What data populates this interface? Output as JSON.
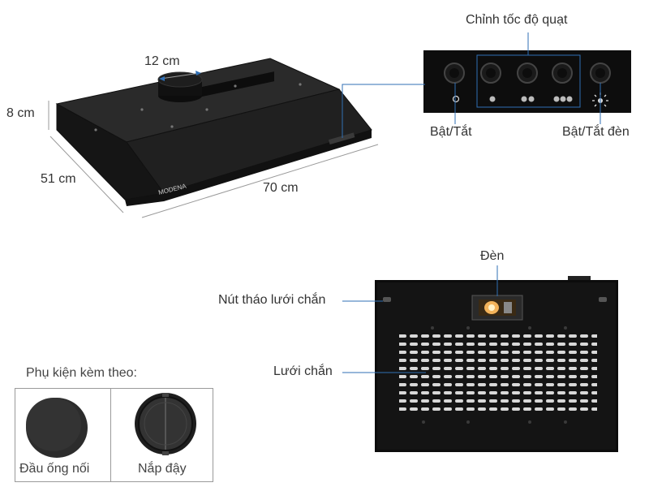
{
  "dimensions": {
    "duct_diameter": "12 cm",
    "height": "8 cm",
    "depth": "51 cm",
    "width": "70 cm"
  },
  "brand": "MODENA",
  "control_panel": {
    "speed_label": "Chỉnh tốc độ quạt",
    "power_label": "Bật/Tắt",
    "light_label": "Bật/Tắt đèn"
  },
  "underside": {
    "lamp_label": "Đèn",
    "filter_release_label": "Nút tháo lưới chắn",
    "filter_label": "Lưới chắn"
  },
  "accessories": {
    "heading": "Phụ kiện kèm theo:",
    "items": [
      {
        "label": "Đầu ống nối"
      },
      {
        "label": "Nắp đậy"
      }
    ]
  },
  "colors": {
    "body": "#1c1c1c",
    "accent_line": "#2f6fb5",
    "lamp": "#f3b35a"
  }
}
